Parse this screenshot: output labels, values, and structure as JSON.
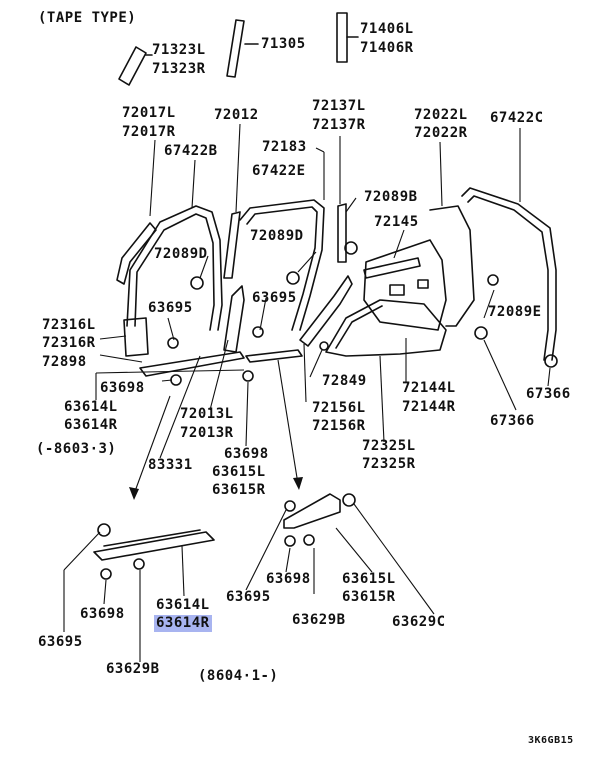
{
  "header": "(TAPE TYPE)",
  "callouts": [
    {
      "text": "71323L"
    },
    {
      "text": "71323R"
    },
    {
      "text": "71305"
    },
    {
      "text": "71406L"
    },
    {
      "text": "71406R"
    },
    {
      "text": "72017L"
    },
    {
      "text": "72017R"
    },
    {
      "text": "72012"
    },
    {
      "text": "67422B"
    },
    {
      "text": "72137L"
    },
    {
      "text": "72137R"
    },
    {
      "text": "72183"
    },
    {
      "text": "67422E"
    },
    {
      "text": "72022L"
    },
    {
      "text": "72022R"
    },
    {
      "text": "67422C"
    },
    {
      "text": "72089B"
    },
    {
      "text": "72145"
    },
    {
      "text": "72089D"
    },
    {
      "text": "72089D"
    },
    {
      "text": "63695"
    },
    {
      "text": "63695"
    },
    {
      "text": "72089E"
    },
    {
      "text": "72316L"
    },
    {
      "text": "72316R"
    },
    {
      "text": "72898"
    },
    {
      "text": "63698"
    },
    {
      "text": "63614L"
    },
    {
      "text": "63614R"
    },
    {
      "text": "72849"
    },
    {
      "text": "72144L"
    },
    {
      "text": "72144R"
    },
    {
      "text": "67366"
    },
    {
      "text": "67366"
    },
    {
      "text": "72013L"
    },
    {
      "text": "72013R"
    },
    {
      "text": "72156L"
    },
    {
      "text": "72156R"
    },
    {
      "text": "(-8603·3)"
    },
    {
      "text": "83331"
    },
    {
      "text": "63698"
    },
    {
      "text": "63615L"
    },
    {
      "text": "63615R"
    },
    {
      "text": "72325L"
    },
    {
      "text": "72325R"
    },
    {
      "text": "63698"
    },
    {
      "text": "63614L"
    },
    {
      "text": "63614R",
      "highlight": true
    },
    {
      "text": "63695"
    },
    {
      "text": "63695"
    },
    {
      "text": "63698"
    },
    {
      "text": "63615L"
    },
    {
      "text": "63615R"
    },
    {
      "text": "63629B"
    },
    {
      "text": "63629C"
    },
    {
      "text": "63629B"
    },
    {
      "text": "(8604·1-)"
    }
  ],
  "diagram_code": "3K6GB15",
  "colors": {
    "line": "#111111",
    "highlight": "#a8b4f0"
  }
}
